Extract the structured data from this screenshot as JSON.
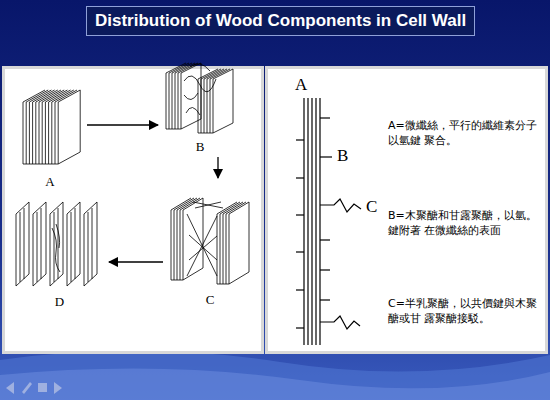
{
  "diagram": {
    "title": "Distribution of Wood Components in Cell Wall",
    "nodes": [
      {
        "text": [
          "A"
        ]
      },
      {
        "text": [
          "B"
        ]
      },
      {
        "text": [
          "C"
        ]
      },
      {
        "text": [
          "D"
        ]
      }
    ],
    "edges": [
      {
        "from": 0,
        "to": 1,
        "arrow": "to"
      },
      {
        "from": 1,
        "to": 2,
        "arrow": "to"
      },
      {
        "from": 2,
        "to": 3,
        "arrow": "to"
      }
    ],
    "labels": [
      "A",
      "B",
      "C",
      "A=微纖絲，平行的纖維素分子以氫鍵 聚合。",
      "B=木聚醣和甘露聚醣，以氫。鍵附著 在微纖絲的表面",
      "C=半乳聚醣，以共價鍵與木聚醣或甘 露聚醣接駁。"
    ]
  }
}
